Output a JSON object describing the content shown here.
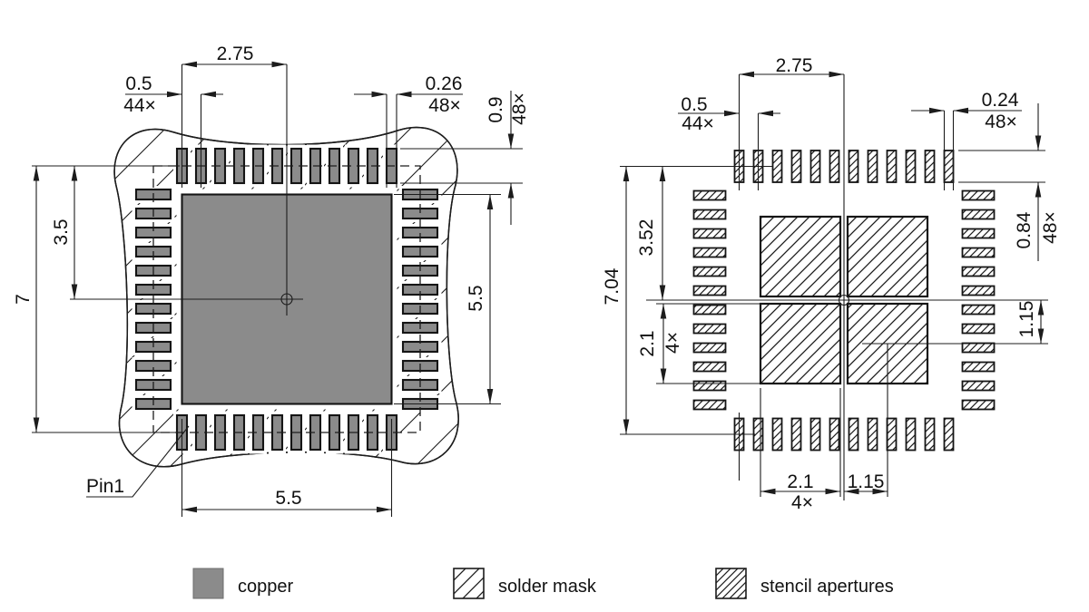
{
  "left_view": {
    "description": "copper and solder mask footprint view",
    "pads_per_side": 12,
    "dim_half_span_top": "2.75",
    "dim_pitch": "0.5",
    "dim_pitch_count": "44×",
    "dim_pad_width": "0.26",
    "dim_pad_width_count": "48×",
    "dim_pad_height": "0.9",
    "dim_pad_height_count": "48×",
    "dim_row_to_center": "3.5",
    "dim_row_span": "7",
    "dim_thermal_height": "5.5",
    "dim_thermal_width": "5.5",
    "label_pin1": "Pin1"
  },
  "right_view": {
    "description": "stencil apertures view",
    "apertures_per_side": 12,
    "paste_squares": 4,
    "dim_half_span_top": "2.75",
    "dim_pitch": "0.5",
    "dim_pitch_count": "44×",
    "dim_aperture_width": "0.24",
    "dim_aperture_width_count": "48×",
    "dim_aperture_height": "0.84",
    "dim_aperture_height_count": "48×",
    "dim_row_to_center": "3.52",
    "dim_row_span": "7.04",
    "dim_paste_square": "2.1",
    "dim_paste_square_count": "4×",
    "dim_paste_offset": "1.15",
    "dim_paste_square_bottom": "2.1",
    "dim_paste_square_bottom_count": "4×",
    "dim_paste_offset_bottom": "1.15"
  },
  "legend": {
    "items": [
      {
        "label": "copper",
        "swatch": "copper-swatch"
      },
      {
        "label": "solder mask",
        "swatch": "solder-mask-swatch"
      },
      {
        "label": "stencil apertures",
        "swatch": "stencil-apertures-swatch"
      }
    ]
  },
  "colors": {
    "copper": "#8b8b8b",
    "line": "#1c1c1c",
    "background": "#ffffff"
  }
}
